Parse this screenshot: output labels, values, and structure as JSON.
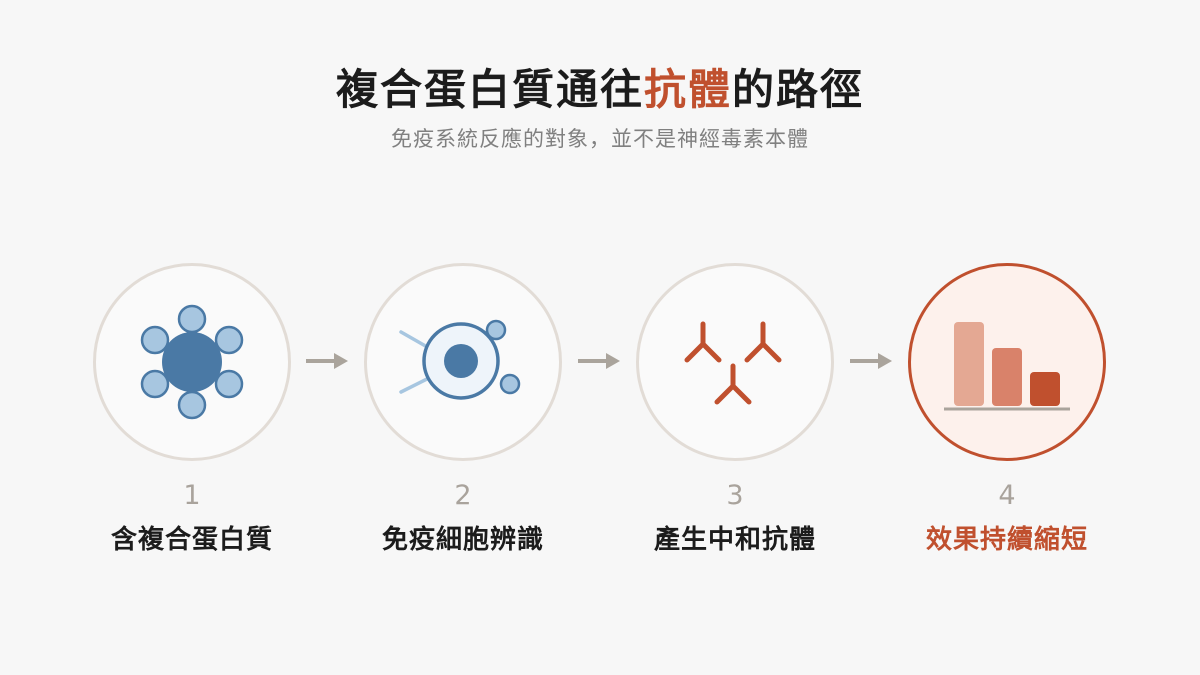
{
  "header": {
    "title_prefix": "複合蛋白質通往",
    "title_highlight": "抗體",
    "title_suffix": "的路徑",
    "subtitle": "免疫系統反應的對象，並不是神經毒素本體"
  },
  "steps": [
    {
      "number": "1",
      "label": "含複合蛋白質",
      "icon": "protein-complex-icon"
    },
    {
      "number": "2",
      "label": "免疫細胞辨識",
      "icon": "immune-cell-icon"
    },
    {
      "number": "3",
      "label": "產生中和抗體",
      "icon": "antibody-icon"
    },
    {
      "number": "4",
      "label": "效果持續縮短",
      "icon": "declining-bars-icon"
    }
  ],
  "colors": {
    "accent": "#c0502e",
    "blue_dark": "#4a79a5",
    "blue_light": "#a7c6e0",
    "arrow": "#aaa49c"
  }
}
